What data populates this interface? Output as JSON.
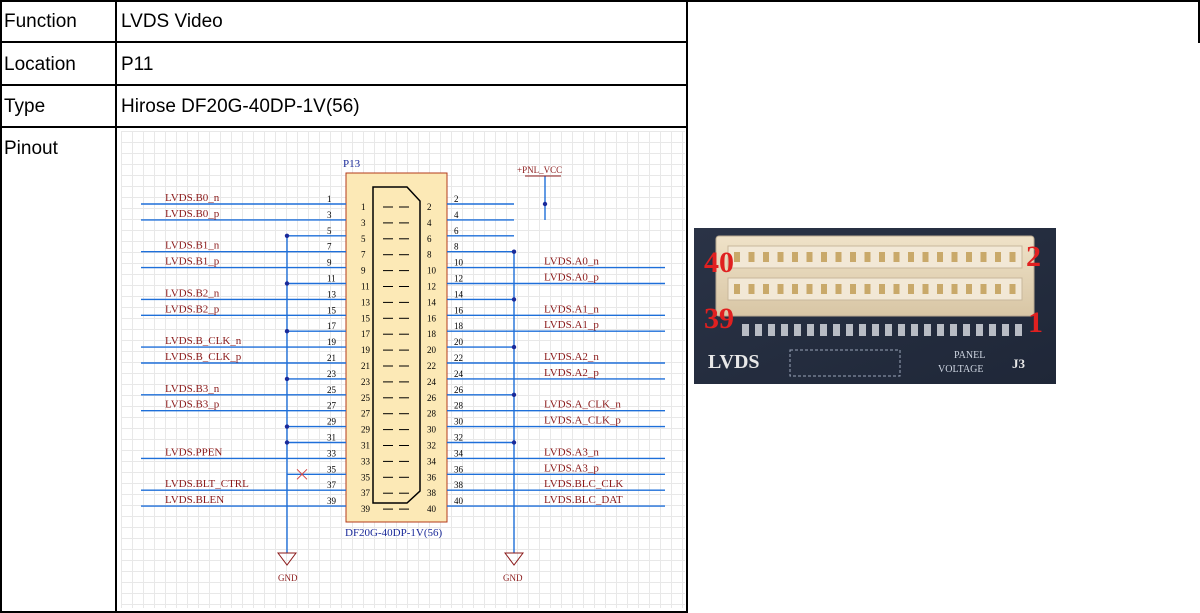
{
  "rows": [
    {
      "label": "Function",
      "value": "LVDS Video"
    },
    {
      "label": "Location",
      "value": "P11"
    },
    {
      "label": "Type",
      "value": "Hirose DF20G-40DP-1V(56)"
    },
    {
      "label": "Pinout",
      "value": ""
    }
  ],
  "schematic": {
    "ref": "P13",
    "part": "DF20G-40DP-1V(56)",
    "power_net": "+PNL_VCC",
    "ground_net": "GND",
    "left_nets": [
      {
        "pin": "1",
        "net": "LVDS.B0_n"
      },
      {
        "pin": "3",
        "net": "LVDS.B0_p"
      },
      {
        "pin": "5",
        "net": ""
      },
      {
        "pin": "7",
        "net": "LVDS.B1_n"
      },
      {
        "pin": "9",
        "net": "LVDS.B1_p"
      },
      {
        "pin": "11",
        "net": ""
      },
      {
        "pin": "13",
        "net": "LVDS.B2_n"
      },
      {
        "pin": "15",
        "net": "LVDS.B2_p"
      },
      {
        "pin": "17",
        "net": ""
      },
      {
        "pin": "19",
        "net": "LVDS.B_CLK_n"
      },
      {
        "pin": "21",
        "net": "LVDS.B_CLK_p"
      },
      {
        "pin": "23",
        "net": ""
      },
      {
        "pin": "25",
        "net": "LVDS.B3_n"
      },
      {
        "pin": "27",
        "net": "LVDS.B3_p"
      },
      {
        "pin": "29",
        "net": ""
      },
      {
        "pin": "31",
        "net": ""
      },
      {
        "pin": "33",
        "net": "LVDS.PPEN"
      },
      {
        "pin": "35",
        "net": ""
      },
      {
        "pin": "37",
        "net": "LVDS.BLT_CTRL"
      },
      {
        "pin": "39",
        "net": "LVDS.BLEN"
      }
    ],
    "right_nets": [
      {
        "pin": "2",
        "net": ""
      },
      {
        "pin": "4",
        "net": ""
      },
      {
        "pin": "6",
        "net": ""
      },
      {
        "pin": "8",
        "net": ""
      },
      {
        "pin": "10",
        "net": "LVDS.A0_n"
      },
      {
        "pin": "12",
        "net": "LVDS.A0_p"
      },
      {
        "pin": "14",
        "net": ""
      },
      {
        "pin": "16",
        "net": "LVDS.A1_n"
      },
      {
        "pin": "18",
        "net": "LVDS.A1_p"
      },
      {
        "pin": "20",
        "net": ""
      },
      {
        "pin": "22",
        "net": "LVDS.A2_n"
      },
      {
        "pin": "24",
        "net": "LVDS.A2_p"
      },
      {
        "pin": "26",
        "net": ""
      },
      {
        "pin": "28",
        "net": "LVDS.A_CLK_n"
      },
      {
        "pin": "30",
        "net": "LVDS.A_CLK_p"
      },
      {
        "pin": "32",
        "net": ""
      },
      {
        "pin": "34",
        "net": "LVDS.A3_n"
      },
      {
        "pin": "36",
        "net": "LVDS.A3_p"
      },
      {
        "pin": "38",
        "net": "LVDS.BLC_CLK"
      },
      {
        "pin": "40",
        "net": "LVDS.BLC_DAT"
      }
    ]
  },
  "photo": {
    "pin_labels": {
      "top_left": "40",
      "top_right": "2",
      "bottom_left": "39",
      "bottom_right": "1"
    },
    "silk": {
      "name": "LVDS",
      "panel": "PANEL",
      "voltage": "VOLTAGE",
      "ref": "J3"
    }
  },
  "colors": {
    "wire": "#1e6fd9",
    "net_text": "#8b1a1a",
    "pin_text": "#000000",
    "part_text": "#1a2a9a",
    "connector_fill": "#fce9b6",
    "connector_stroke": "#b33a1a",
    "pin_number_red": "#e02020"
  }
}
